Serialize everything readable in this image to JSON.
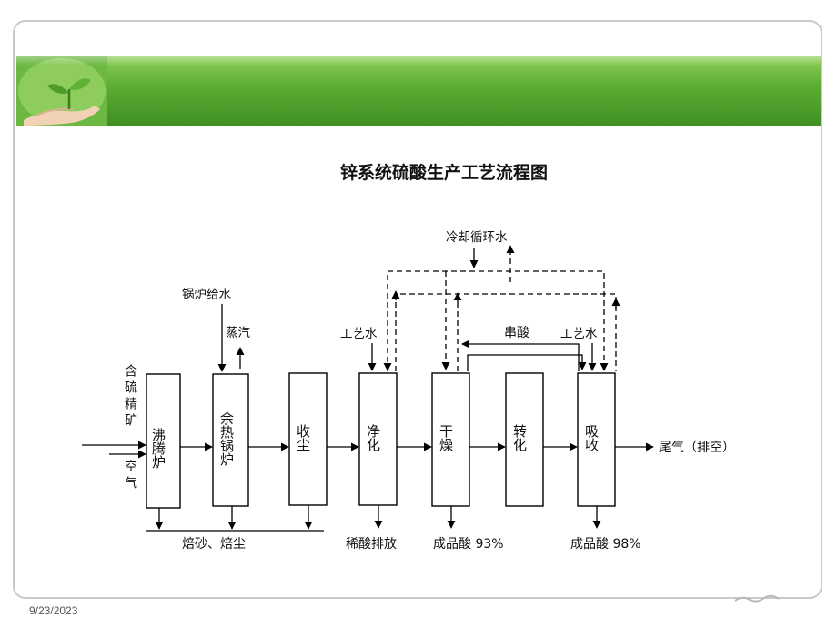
{
  "footer": {
    "date": "9/23/2023"
  },
  "diagram": {
    "title": "锌系统硫酸生产工艺流程图",
    "feed": {
      "ore": "含硫精矿",
      "air": "空气"
    },
    "units": [
      {
        "id": "furnace",
        "label": "沸腾炉"
      },
      {
        "id": "boiler",
        "label": "余热锅炉"
      },
      {
        "id": "dust",
        "label": "收尘"
      },
      {
        "id": "purify",
        "label": "净化"
      },
      {
        "id": "dry",
        "label": "干燥"
      },
      {
        "id": "convert",
        "label": "转化"
      },
      {
        "id": "absorb",
        "label": "吸收"
      }
    ],
    "streams": {
      "boiler_water": "锅炉给水",
      "steam": "蒸汽",
      "process_water_1": "工艺水",
      "process_water_2": "工艺水",
      "cooling_water": "冷却循环水",
      "cross_acid": "串酸",
      "tail_gas": "尾气（排空）",
      "calcine": "焙砂、焙尘",
      "dilute_acid": "稀酸排放",
      "product_93": "成品酸 93%",
      "product_98": "成品酸 98%"
    }
  }
}
